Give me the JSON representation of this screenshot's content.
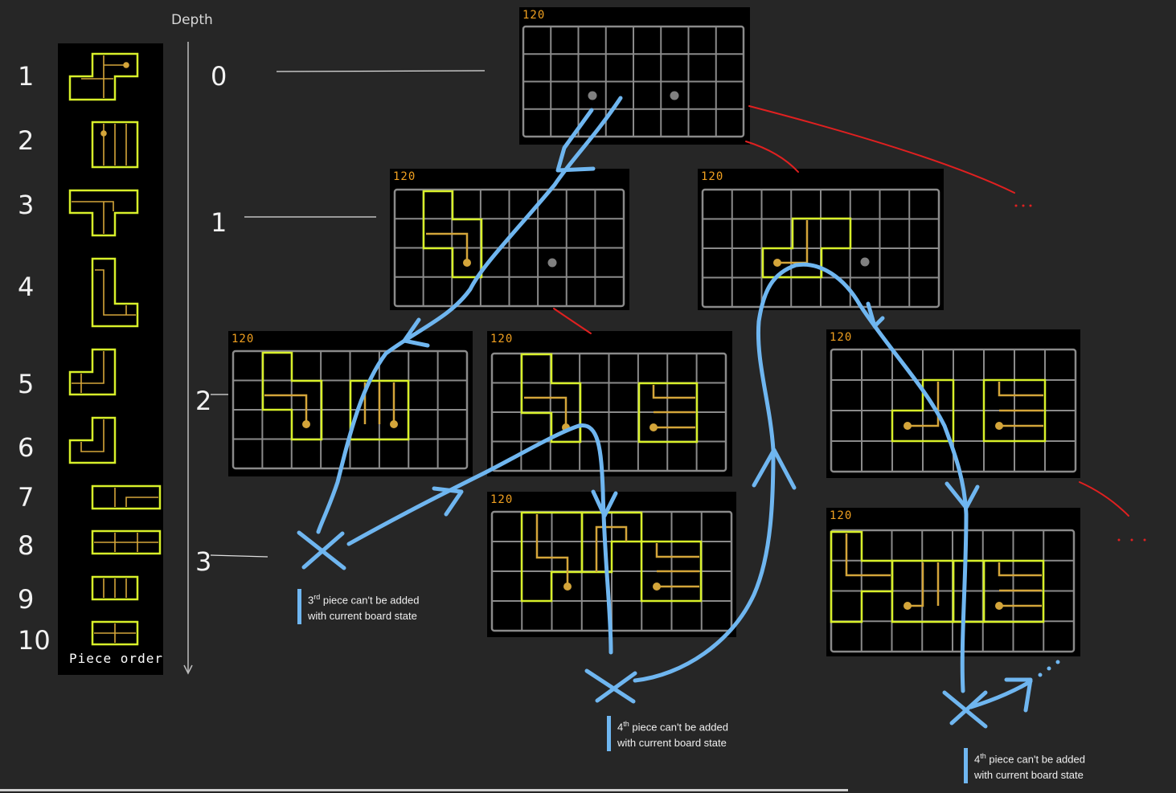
{
  "depth_title": "Depth",
  "piece_order_label": "Piece order",
  "piece_numbers": [
    "1",
    "2",
    "3",
    "4",
    "5",
    "6",
    "7",
    "8",
    "9",
    "10"
  ],
  "depth_levels": [
    "0",
    "1",
    "2",
    "3"
  ],
  "board_score": "120",
  "notes": [
    {
      "ordinal": "3",
      "sup": "rd",
      "line1": " piece can't be added",
      "line2": "with current board state"
    },
    {
      "ordinal": "4",
      "sup": "th",
      "line1": " piece can't be added",
      "line2": "with current board state"
    },
    {
      "ordinal": "4",
      "sup": "th",
      "line1": " piece can't be added",
      "line2": "with current board state"
    }
  ],
  "ellipsis": "...",
  "colors": {
    "background": "#262626",
    "panel": "#000000",
    "grid": "#8a8a8a",
    "piece_outline": "#d8f02a",
    "piece_path": "#d4a53a",
    "score": "#f0a020",
    "arrow": "#6fb6f0",
    "pruned_branch": "#e02020",
    "empty_node": "#808080"
  }
}
